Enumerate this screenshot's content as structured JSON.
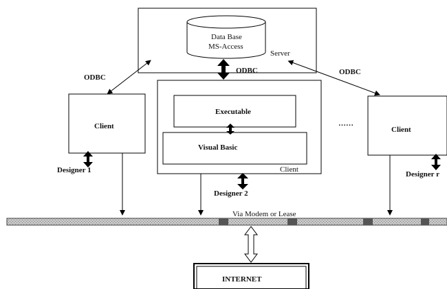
{
  "server": {
    "db_line1": "Data Base",
    "db_line2": "MS-Access",
    "label": "Server"
  },
  "connections": {
    "odbc_left": "ODBC",
    "odbc_center": "ODBC",
    "odbc_right": "ODBC"
  },
  "clients": {
    "left": {
      "label": "Client",
      "designer": "Designer 1"
    },
    "center": {
      "label": "Client",
      "executable": "Executable",
      "visual_basic": "Visual Basic",
      "designer": "Designer 2"
    },
    "right": {
      "label": "Client",
      "designer": "Designer r"
    }
  },
  "ellipsis": "……",
  "network": {
    "label": "Via Modem or Lease"
  },
  "internet": {
    "label": "INTERNET"
  }
}
